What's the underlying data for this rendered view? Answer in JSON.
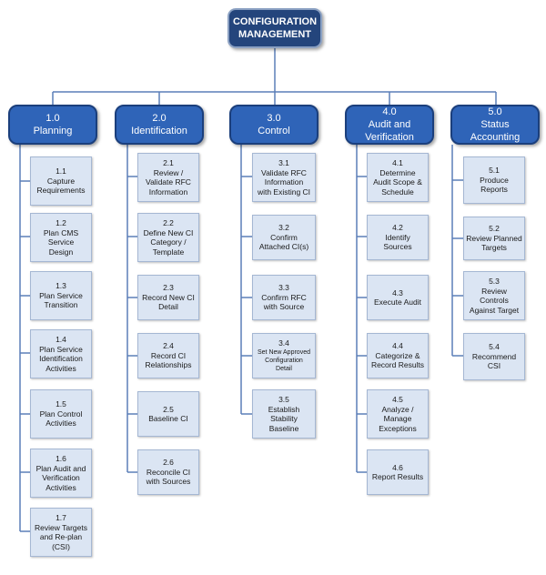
{
  "root": {
    "line1": "CONFIGURATION",
    "line2": "MANAGEMENT"
  },
  "phases": [
    {
      "number": "1.0",
      "title": "Planning"
    },
    {
      "number": "2.0",
      "title": "Identification"
    },
    {
      "number": "3.0",
      "title": "Control"
    },
    {
      "number": "4.0",
      "title": "Audit and",
      "title2": "Verification"
    },
    {
      "number": "5.0",
      "title": "Status",
      "title2": "Accounting"
    }
  ],
  "tasks": {
    "planning": [
      {
        "number": "1.1",
        "lines": [
          "Capture",
          "Requirements"
        ]
      },
      {
        "number": "1.2",
        "lines": [
          "Plan CMS",
          "Service",
          "Design"
        ]
      },
      {
        "number": "1.3",
        "lines": [
          "Plan Service",
          "Transition"
        ]
      },
      {
        "number": "1.4",
        "lines": [
          "Plan Service",
          "Identification",
          "Activities"
        ]
      },
      {
        "number": "1.5",
        "lines": [
          "Plan Control",
          "Activities"
        ]
      },
      {
        "number": "1.6",
        "lines": [
          "Plan Audit and",
          "Verification",
          "Activities"
        ]
      },
      {
        "number": "1.7",
        "lines": [
          "Review Targets",
          "and Re-plan",
          "(CSI)"
        ]
      }
    ],
    "identification": [
      {
        "number": "2.1",
        "lines": [
          "Review /",
          "Validate RFC",
          "Information"
        ]
      },
      {
        "number": "2.2",
        "lines": [
          "Define New CI",
          "Category /",
          "Template"
        ]
      },
      {
        "number": "2.3",
        "lines": [
          "Record New CI",
          "Detail"
        ]
      },
      {
        "number": "2.4",
        "lines": [
          "Record CI",
          "Relationships"
        ]
      },
      {
        "number": "2.5",
        "lines": [
          "Baseline CI"
        ]
      },
      {
        "number": "2.6",
        "lines": [
          "Reconcile CI",
          "with Sources"
        ]
      }
    ],
    "control": [
      {
        "number": "3.1",
        "lines": [
          "Validate RFC",
          "Information",
          "with Existing CI"
        ]
      },
      {
        "number": "3.2",
        "lines": [
          "Confirm",
          "Attached CI(s)"
        ]
      },
      {
        "number": "3.3",
        "lines": [
          "Confirm RFC",
          "with Source"
        ]
      },
      {
        "number": "3.4",
        "lines": [
          "Set New Approved",
          "Configuration",
          "Detail"
        ]
      },
      {
        "number": "3.5",
        "lines": [
          "Establish",
          "Stability",
          "Baseline"
        ]
      }
    ],
    "audit": [
      {
        "number": "4.1",
        "lines": [
          "Determine",
          "Audit Scope &",
          "Schedule"
        ]
      },
      {
        "number": "4.2",
        "lines": [
          "Identify",
          "Sources"
        ]
      },
      {
        "number": "4.3",
        "lines": [
          "Execute Audit"
        ]
      },
      {
        "number": "4.4",
        "lines": [
          "Categorize &",
          "Record Results"
        ]
      },
      {
        "number": "4.5",
        "lines": [
          "Analyze /",
          "Manage",
          "Exceptions"
        ]
      },
      {
        "number": "4.6",
        "lines": [
          "Report Results"
        ]
      }
    ],
    "status": [
      {
        "number": "5.1",
        "lines": [
          "Produce",
          "Reports"
        ]
      },
      {
        "number": "5.2",
        "lines": [
          "Review Planned",
          "Targets"
        ]
      },
      {
        "number": "5.3",
        "lines": [
          "Review",
          "Controls",
          "Against Target"
        ]
      },
      {
        "number": "5.4",
        "lines": [
          "Recommend",
          "CSI"
        ]
      }
    ]
  }
}
